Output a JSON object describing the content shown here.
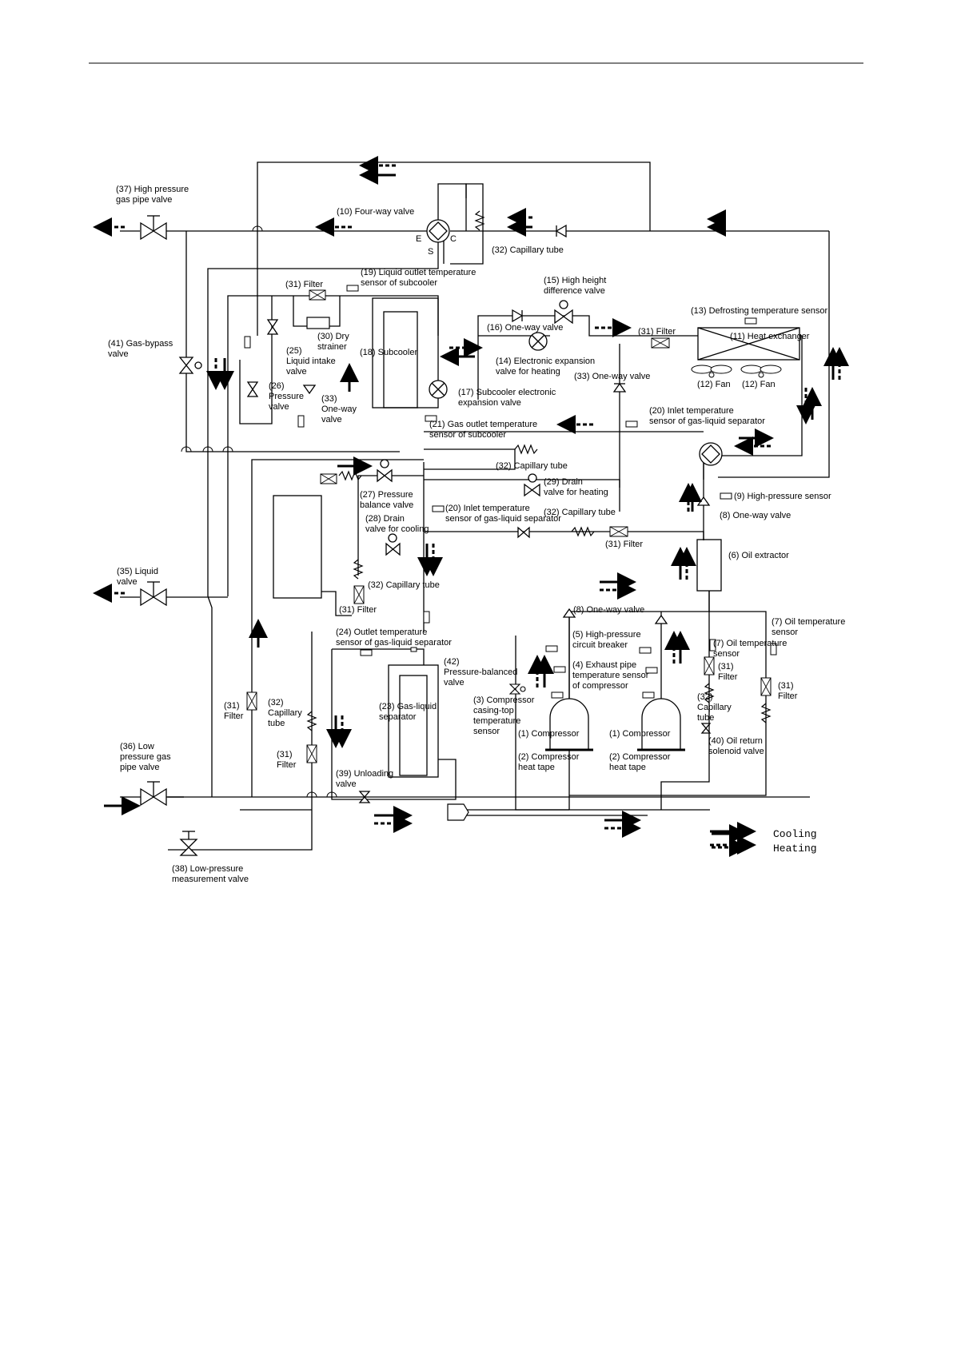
{
  "labels": {
    "l37": [
      "(37) High pressure",
      "gas pipe valve"
    ],
    "l10": [
      "(10) Four-way valve"
    ],
    "l32a": [
      "(32) Capillary tube"
    ],
    "l31a": [
      "(31) Filter"
    ],
    "l19": [
      "(19) Liquid outlet temperature",
      "sensor of subcooler"
    ],
    "l15": [
      "(15) High height",
      "difference valve"
    ],
    "l13": [
      "(13) Defrosting temperature sensor"
    ],
    "l41": [
      "(41) Gas-bypass",
      "valve"
    ],
    "l30": [
      "(30) Dry",
      "strainer"
    ],
    "l25": [
      "(25)",
      "Liquid intake",
      "valve"
    ],
    "l18": [
      "(18) Subcooler"
    ],
    "l16": [
      "(16) One-way valve"
    ],
    "l31b": [
      "(31) Filter"
    ],
    "l11": [
      "(11) Heat exchanger"
    ],
    "l14": [
      "(14) Electronic expansion",
      "valve for heating"
    ],
    "l33a": [
      "(33) One-way valve"
    ],
    "l12a": [
      "(12) Fan"
    ],
    "l12b": [
      "(12) Fan"
    ],
    "l26": [
      "(26)",
      "Pressure",
      "valve"
    ],
    "l33b": [
      "(33)",
      "One-way",
      "valve"
    ],
    "l17": [
      "(17) Subcooler electronic",
      "expansion valve"
    ],
    "l20a": [
      "(20) Inlet temperature",
      "sensor of gas-liquid separator"
    ],
    "l21": [
      "(21) Gas outlet temperature",
      "sensor of subcooler"
    ],
    "l32b": [
      "(32) Capillary tube"
    ],
    "l29": [
      "(29) Drain",
      "valve for heating"
    ],
    "l9": [
      "(9) High-pressure sensor"
    ],
    "l27": [
      "(27) Pressure",
      "balance valve"
    ],
    "l20b": [
      "(20) Inlet temperature",
      "sensor of gas-liquid separator"
    ],
    "l32c": [
      "(32) Capillary tube"
    ],
    "l8a": [
      "(8) One-way valve"
    ],
    "l28": [
      "(28) Drain",
      "valve for cooling"
    ],
    "l31c": [
      "(31) Filter"
    ],
    "l6": [
      "(6) Oil extractor"
    ],
    "l35": [
      "(35) Liquid",
      "valve"
    ],
    "l32d": [
      "(32) Capillary tube"
    ],
    "l31d": [
      "(31) Filter"
    ],
    "l8b": [
      "(8) One-way valve"
    ],
    "l7a": [
      "(7) Oil temperature",
      "sensor"
    ],
    "l24": [
      "(24) Outlet temperature",
      "sensor of gas-liquid separator"
    ],
    "l5": [
      "(5) High-pressure",
      "circuit breaker"
    ],
    "l7b": [
      "(7) Oil temperature",
      "sensor"
    ],
    "l4": [
      "(4) Exhaust pipe",
      "temperature sensor",
      "of compressor"
    ],
    "l42": [
      "(42)",
      "Pressure-balanced",
      "valve"
    ],
    "l31e": [
      "(31)",
      "Filter"
    ],
    "l31f": [
      "(31)",
      "Filter"
    ],
    "l3": [
      "(3) Compressor",
      "casing-top",
      "temperature",
      "sensor"
    ],
    "l31g": [
      "(31)",
      "Filter"
    ],
    "l32e": [
      "(32)",
      "Capillary",
      "tube"
    ],
    "l23": [
      "(23) Gas-liquid",
      "separator"
    ],
    "l32f": [
      "(32)",
      "Capillary",
      "tube"
    ],
    "l1a": [
      "(1) Compressor"
    ],
    "l1b": [
      "(1) Compressor"
    ],
    "l40": [
      "(40) Oil return",
      "solenoid valve"
    ],
    "l2a": [
      "(2) Compressor",
      "heat tape"
    ],
    "l2b": [
      "(2) Compressor",
      "heat tape"
    ],
    "l36": [
      "(36) Low",
      "pressure gas",
      "pipe valve"
    ],
    "l31h": [
      "(31)",
      "Filter"
    ],
    "l39": [
      "(39) Unloading",
      "valve"
    ],
    "l38": [
      "(38) Low-pressure",
      "measurement valve"
    ],
    "four_way_ports": [
      "E",
      "S",
      "C"
    ]
  },
  "legend": {
    "cooling": "Cooling",
    "heating": "Heating"
  }
}
